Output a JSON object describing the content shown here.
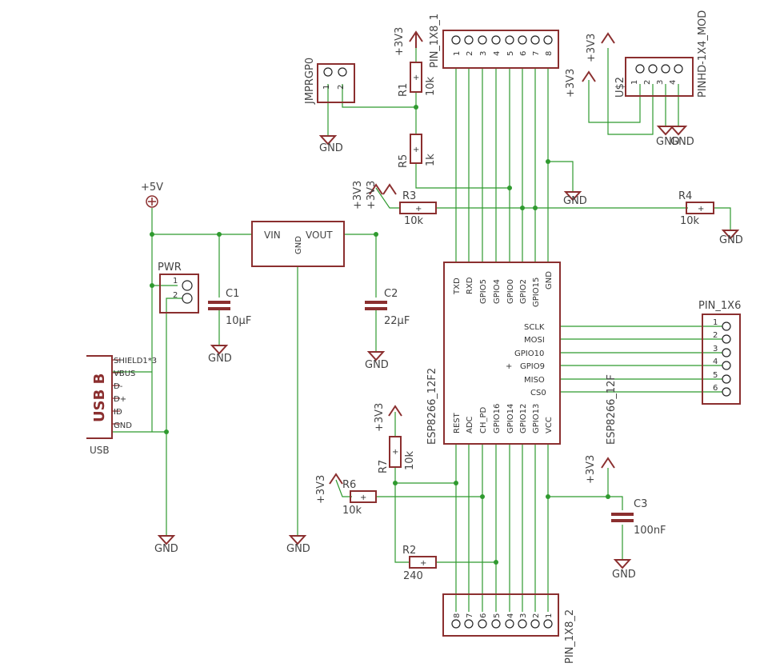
{
  "parts": {
    "usb": {
      "name": "USB B",
      "value": "USB",
      "pins": [
        "SHIELD1*3",
        "VBUS",
        "D-",
        "D+",
        "ID",
        "GND"
      ]
    },
    "pwr": {
      "name": "PWR",
      "pins": [
        "1",
        "2"
      ]
    },
    "regulator": {
      "vin": "VIN",
      "vout": "VOUT",
      "gnd": "GND"
    },
    "c1": {
      "name": "C1",
      "value": "10µF"
    },
    "c2": {
      "name": "C2",
      "value": "22µF"
    },
    "c3": {
      "name": "C3",
      "value": "100nF"
    },
    "r1": {
      "name": "R1",
      "value": "10k"
    },
    "r2": {
      "name": "R2",
      "value": "240"
    },
    "r3": {
      "name": "R3",
      "value": "10k"
    },
    "r4": {
      "name": "R4",
      "value": "10k"
    },
    "r5": {
      "name": "R5",
      "value": "1k"
    },
    "r6": {
      "name": "R6",
      "value": "10k"
    },
    "r7": {
      "name": "R7",
      "value": "10k"
    },
    "jmp": {
      "name": "JMPRGP0",
      "pins": [
        "1",
        "2"
      ]
    },
    "pin1x8_1": {
      "name": "PIN_1X8_1",
      "pins": [
        "1",
        "2",
        "3",
        "4",
        "5",
        "6",
        "7",
        "8"
      ]
    },
    "pin1x8_2": {
      "name": "PIN_1X8_2",
      "pins": [
        "8",
        "7",
        "6",
        "5",
        "4",
        "3",
        "2",
        "1"
      ]
    },
    "pinhd": {
      "name": "PINHD-1X4_MOD",
      "value": "U$2",
      "pins": [
        "1",
        "2",
        "3",
        "4"
      ]
    },
    "pin1x6": {
      "name": "PIN_1X6",
      "pins": [
        "1",
        "2",
        "3",
        "4",
        "5",
        "6"
      ]
    },
    "esp": {
      "name": "ESP8266_12F2",
      "value": "ESP8266_12F",
      "top_pins": [
        "TXD",
        "RXD",
        "GPIO5",
        "GPIO4",
        "GPIO0",
        "GPIO2",
        "GPIO15",
        "GND"
      ],
      "right_pins": [
        "SCLK",
        "MOSI",
        "GPIO10",
        "GPIO9",
        "MISO",
        "CS0"
      ],
      "bottom_pins": [
        "REST",
        "ADC",
        "CH_PD",
        "GPIO16",
        "GPIO14",
        "GPIO12",
        "GPIO13",
        "VCC"
      ]
    }
  },
  "supply": {
    "p5v": "+5V",
    "p3v3": "+3V3",
    "gnd": "GND"
  }
}
